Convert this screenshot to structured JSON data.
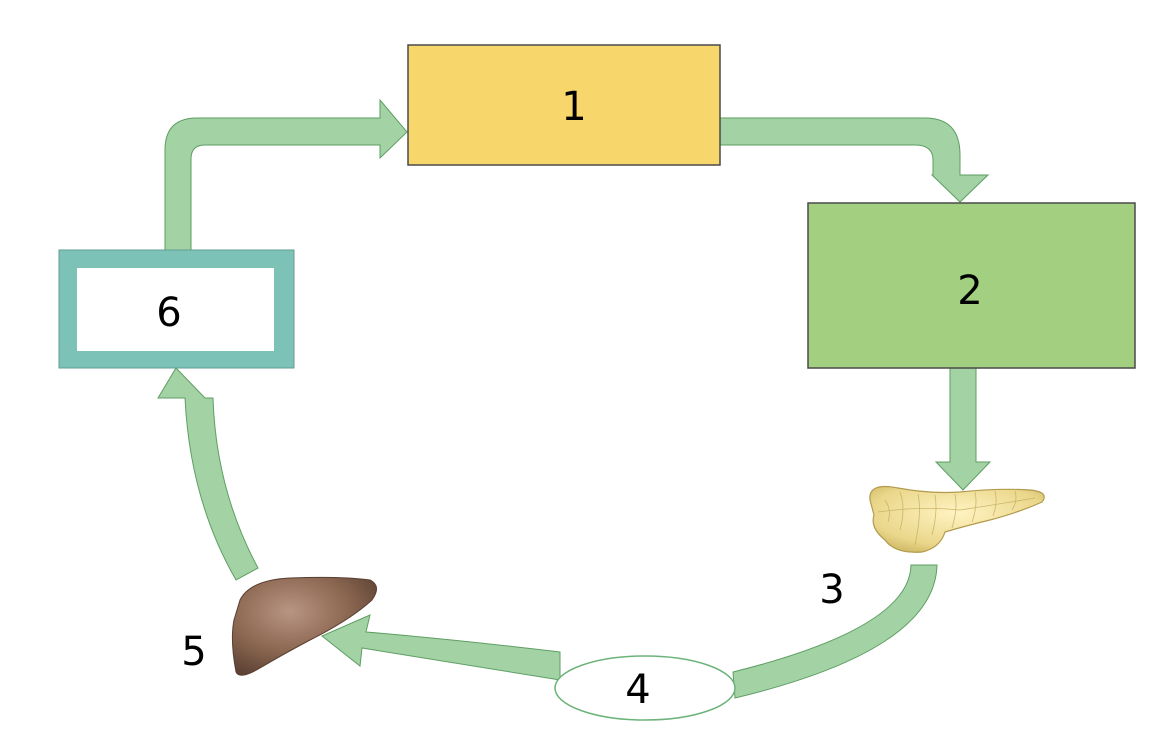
{
  "diagram": {
    "labels": {
      "box1": "1",
      "box2": "2",
      "pancreas": "3",
      "oval": "4",
      "liver": "5",
      "box6": "6"
    },
    "colors": {
      "arrow_fill": "#a3d2a5",
      "arrow_stroke": "#5e9e63",
      "box1_fill": "#f7d66c",
      "box1_stroke": "#4a4a4a",
      "box2_fill": "#a2cf80",
      "box2_stroke": "#4a4a4a",
      "box6_frame": "#7cc2b7",
      "box6_inner": "#ffffff",
      "oval_fill": "#ffffff",
      "oval_stroke": "#6cb37a",
      "pancreas": "#ecd98e",
      "liver": "#8a6650"
    },
    "icons": {
      "pancreas": "pancreas-icon",
      "liver": "liver-icon"
    }
  }
}
